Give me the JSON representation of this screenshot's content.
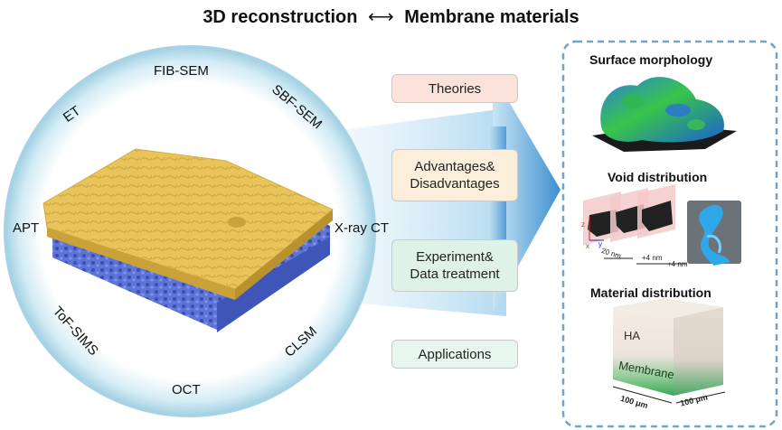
{
  "title": {
    "left": "3D reconstruction",
    "arrow": "⟷",
    "right": "Membrane materials"
  },
  "techniques": {
    "fib_sem": "FIB-SEM",
    "sbf_sem": "SBF-SEM",
    "et": "ET",
    "apt": "APT",
    "xray_ct": "X-ray CT",
    "tof_sims": "ToF-SIMS",
    "clsm": "CLSM",
    "oct": "OCT"
  },
  "topics": {
    "theories": "Theories",
    "advantages": "Advantages&\nDisadvantages",
    "experiment": "Experiment&\nData treatment",
    "applications": "Applications"
  },
  "panels": {
    "surface": "Surface morphology",
    "void": "Void distribution",
    "material": "Material distribution"
  },
  "void_labels": {
    "scale": "20 nm",
    "step1": "+4 nm",
    "step2": "+4 nm",
    "axis_x": "x",
    "axis_y": "y",
    "axis_z": "z"
  },
  "material_labels": {
    "top": "HA",
    "bottom": "Membrane",
    "dim_left": "100 μm",
    "dim_right": "100 μm"
  },
  "colors": {
    "membrane_top": "#e9c45a",
    "membrane_bottom": "#5d73d6",
    "panel_border": "#6fa6c8",
    "arrow": "#4a9ad6",
    "theories_box": "#fbe3dc",
    "advantages_box": "#fbefdc",
    "experiment_box": "#dff2e8",
    "applications_box": "#e7f7ef"
  }
}
